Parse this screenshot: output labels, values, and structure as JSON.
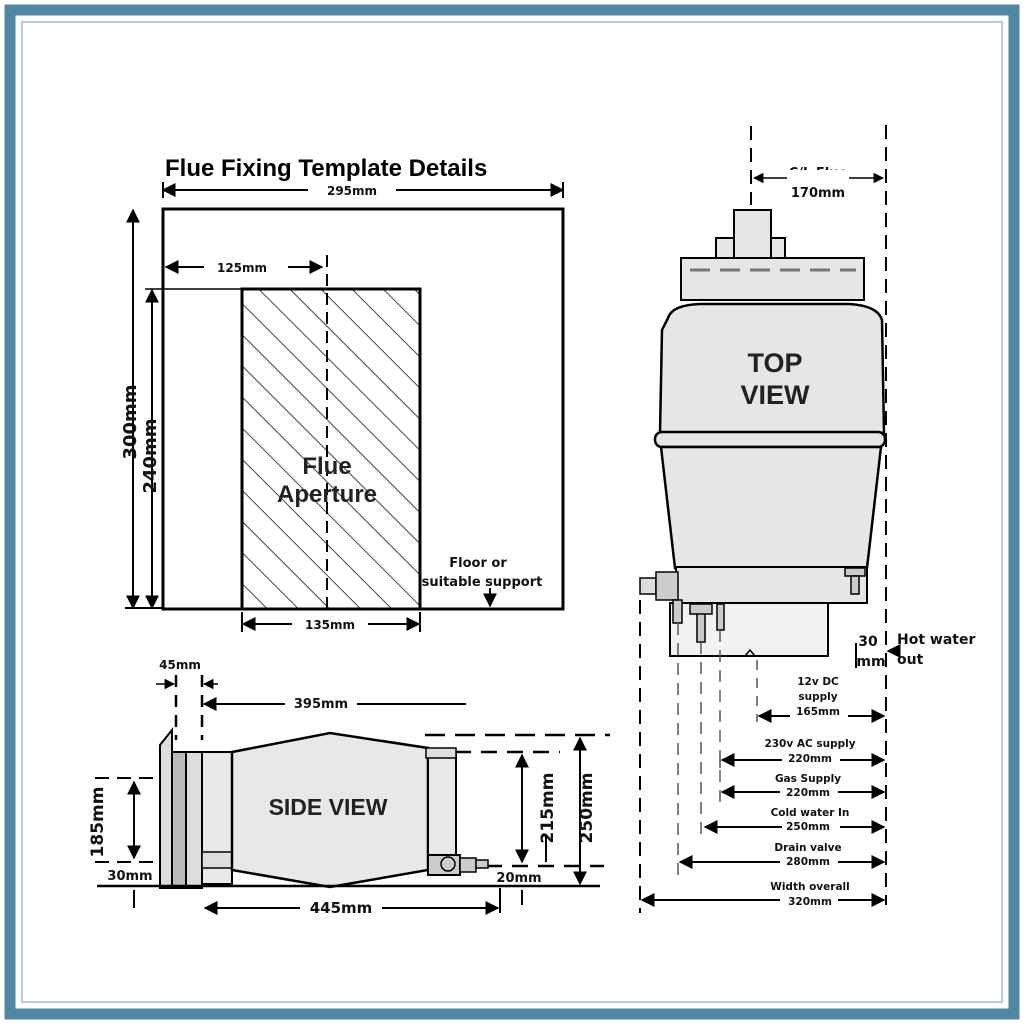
{
  "colors": {
    "frame": "#4f87a1",
    "line": "#000000",
    "body_fill": "#e8e8e8",
    "top_fill": "#e6e6e6",
    "hatch": "#444444"
  },
  "template": {
    "title": "Flue Fixing Template Details",
    "width": "295mm",
    "height_outer": "300mm",
    "height_inner": "240mm",
    "offset_left": "125mm",
    "aperture_width": "135mm",
    "aperture_label_line1": "Flue",
    "aperture_label_line2": "Aperture",
    "floor_line1": "Floor or",
    "floor_line2": "suitable support"
  },
  "top_view": {
    "label_line1": "TOP",
    "label_line2": "VIEW",
    "cl_flue_line1": "C/L Flue",
    "cl_flue_line2": "170mm",
    "hot_offset_line1": "30",
    "hot_offset_line2": "mm",
    "hot_water_line1": "Hot water",
    "hot_water_line2": "out",
    "dims": [
      {
        "line1": "12v DC",
        "line2": "supply",
        "value": "165mm"
      },
      {
        "line1": "230v AC supply",
        "value": "220mm"
      },
      {
        "line1": "Gas Supply",
        "value": "220mm"
      },
      {
        "line1": "Cold water In",
        "value": "250mm"
      },
      {
        "line1": "Drain valve",
        "value": "280mm"
      },
      {
        "line1": "Width overall",
        "value": "320mm"
      }
    ]
  },
  "side_view": {
    "label": "SIDE VIEW",
    "flange": "45mm",
    "depth": "395mm",
    "overall_length": "445mm",
    "height_185": "185mm",
    "base_30": "30mm",
    "height_215": "215mm",
    "height_250": "250mm",
    "base_20": "20mm"
  }
}
